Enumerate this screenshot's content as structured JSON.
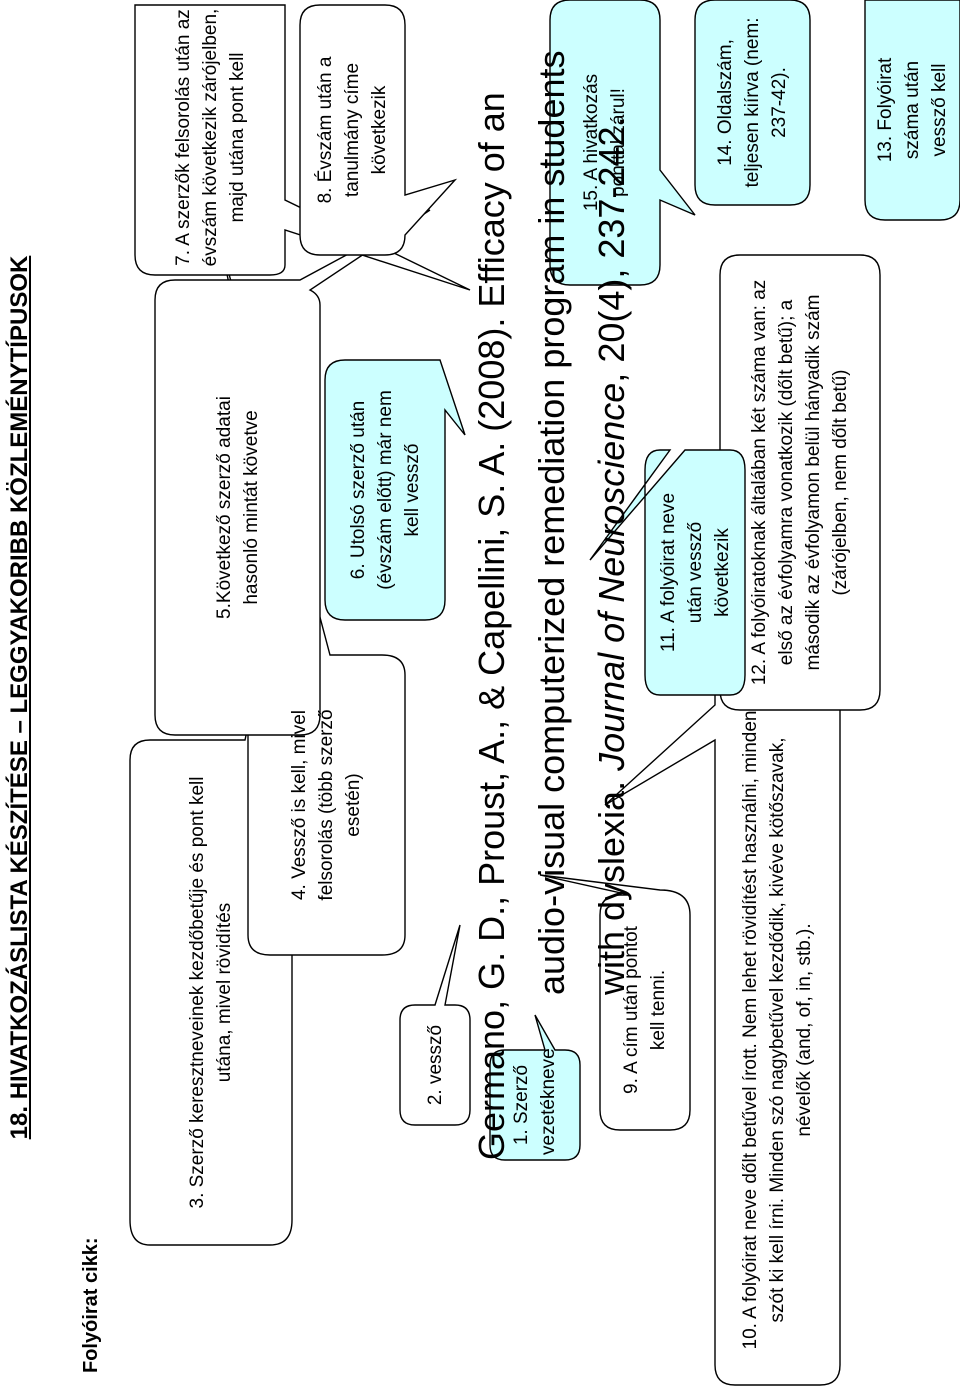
{
  "title": "18. HIVATKOZÁSLISTA KÉSZÍTÉSE – LEGGYAKORIBB KÖZLEMÉNYTÍPUSOK",
  "subtitle": "Folyóirat cikk:",
  "reference": {
    "line1": "Germano, G. D., Proust, A., & Capellini, S. A. (2008). Efficacy of an",
    "line2": "audio-visual computerized remediation program in students",
    "line3_plain": "with dyslexia. ",
    "line3_italic": "Journal of Neuroscience",
    "line3_tail": ", 20(4), 237-242."
  },
  "callouts": {
    "c1": "1. Szerző vezetékneve",
    "c2": "2. vessző",
    "c3": "3. Szerző keresztneveinek kezdőbetűje és pont kell utána, mivel rövidítés",
    "c4": "4. Vessző is kell, mivel felsorolás (több szerző esetén)",
    "c5": "5.Következő szerző adatai hasonló mintát követve",
    "c6": "6. Utolsó szerző után (évszám előtt) már nem kell vessző",
    "c7": "7. A szerzők felsorolás után az évszám következik zárójelben, majd utána pont kell",
    "c8": "8. Évszám után a tanulmány címe következik",
    "c9": "9. A cím után pontot kell tenni.",
    "c10": "10. A folyóirat neve dőlt betűvel írott. Nem lehet rövidítést használni, minden szót ki kell írni. Minden szó nagybetűvel kezdődik, kivéve kötőszavak, névelők (and, of, in, stb.).",
    "c11": "11. A folyóirat neve után vessző következik",
    "c12": "12. A folyóiratoknak általában két száma van: az első az évfolyamra vonatkozik (dőlt betű); a második az évfolyamon belül hányadik szám (zárójelben, nem dőlt betű)",
    "c13": "13. Folyóirat száma után vessző kell",
    "c14": "14. Oldalszám, teljesen kiírva (nem: 237-42).",
    "c15": "15. A hivatkozás ponttal zárul!"
  },
  "colors": {
    "highlight": "#ccffff",
    "stroke": "#000000"
  }
}
